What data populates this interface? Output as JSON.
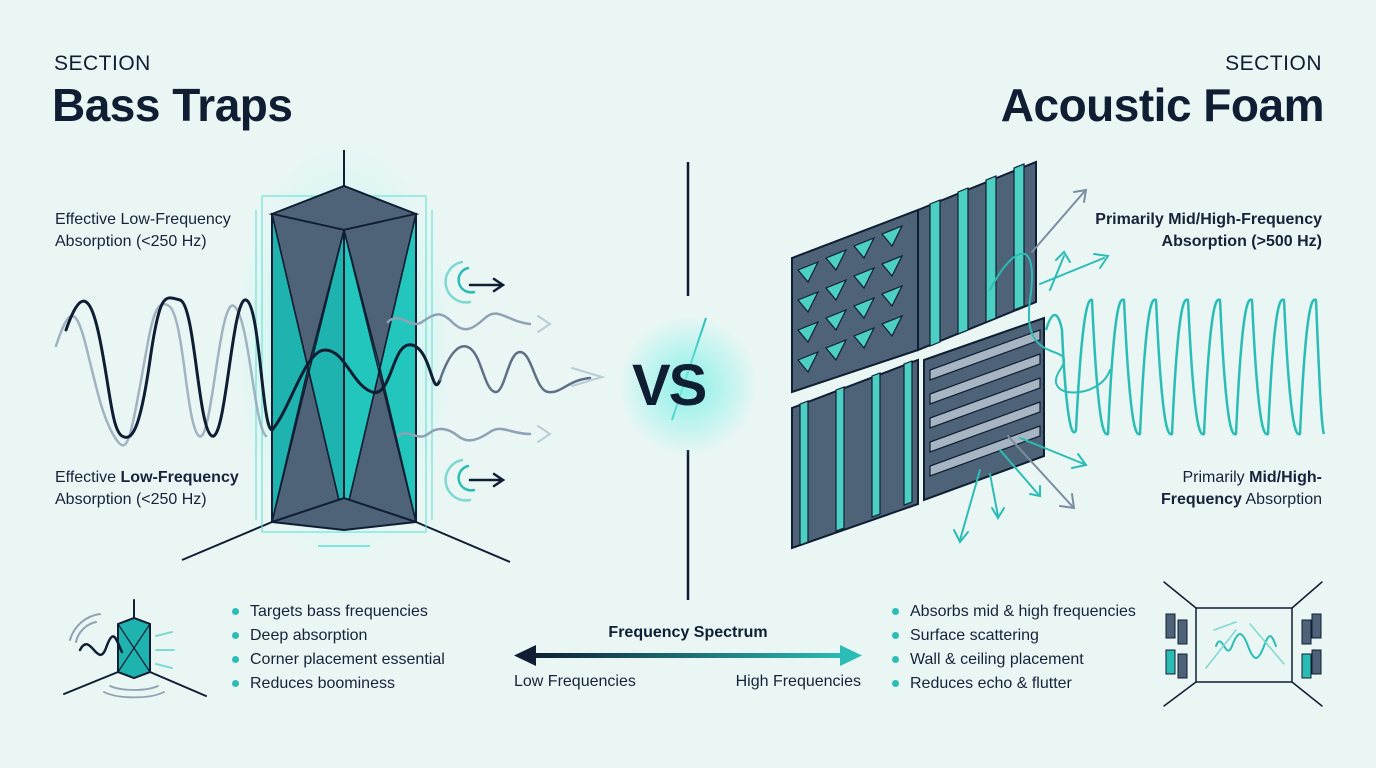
{
  "left": {
    "eyebrow": "SECTION",
    "title": "Bass Traps",
    "caption_top_1": "Effective Low-Frequency",
    "caption_top_2": "Absorption (<250 Hz)",
    "caption_bottom_plain_1": "Effective ",
    "caption_bottom_bold_1": "Low-Frequency",
    "caption_bottom_2": "Absorption (<250 Hz)",
    "bullets": [
      "Targets bass frequencies",
      "Deep absorption",
      "Corner placement essential",
      "Reduces boominess"
    ]
  },
  "right": {
    "eyebrow": "SECTION",
    "title": "Acoustic Foam",
    "caption_top_1": "Primarily Mid/High-Frequency",
    "caption_top_2": "Absorption (>500 Hz)",
    "caption_bottom_plain_1": "Primarily ",
    "caption_bottom_bold_1": "Mid/High-",
    "caption_bottom_bold_2": "Frequency",
    "caption_bottom_plain_2": " Absorption",
    "bullets": [
      "Absorbs mid & high frequencies",
      "Surface scattering",
      "Wall & ceiling placement",
      "Reduces echo & flutter"
    ]
  },
  "center": {
    "vs": "VS",
    "spectrum_title": "Frequency Spectrum",
    "low_label": "Low Frequencies",
    "high_label": "High Frequencies"
  },
  "colors": {
    "navy": "#0f1e33",
    "teal": "#2bbdb5",
    "slate": "#4a5d72",
    "background": "#e9f6f4"
  }
}
